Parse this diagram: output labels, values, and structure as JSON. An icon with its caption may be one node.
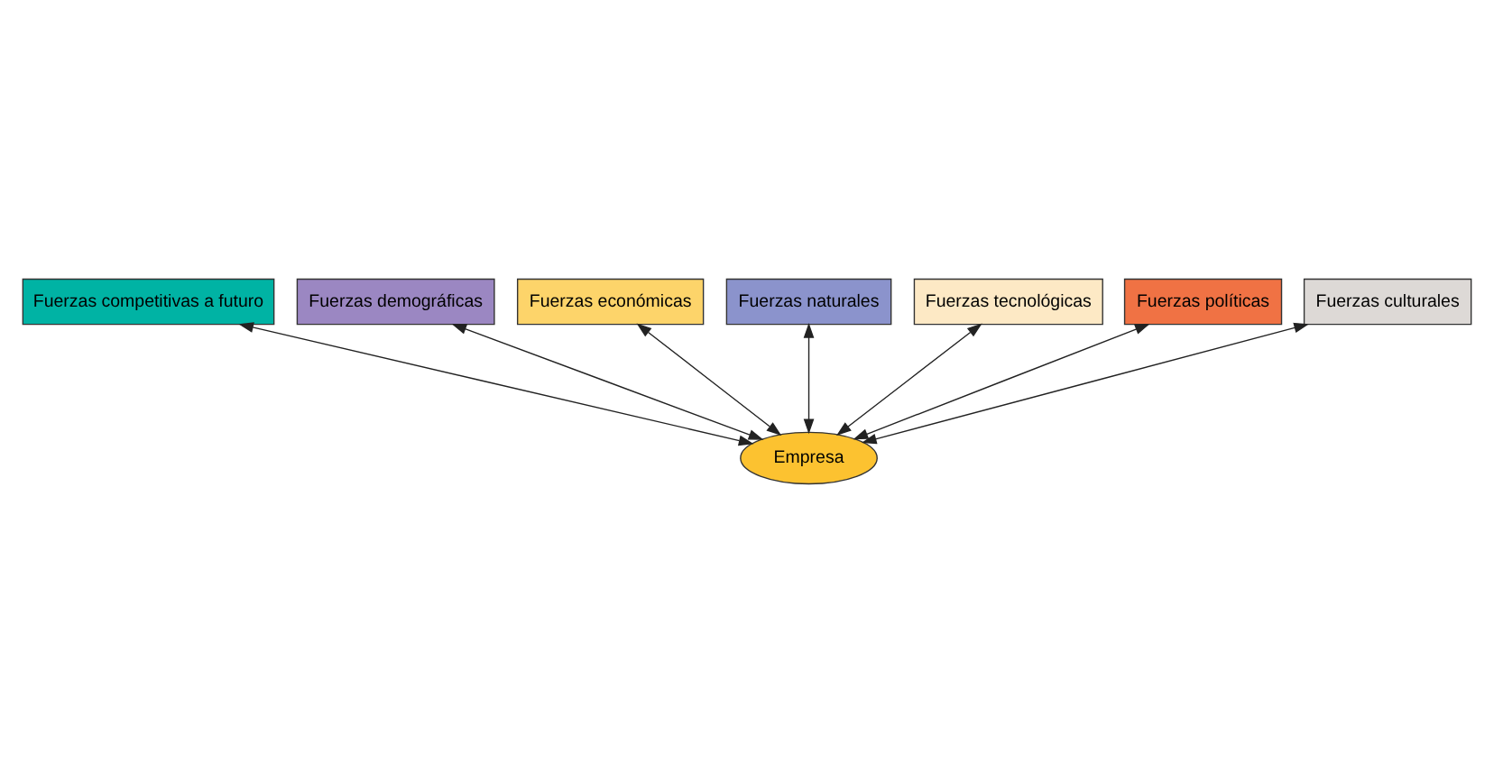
{
  "diagram": {
    "nodes": [
      {
        "text": [
          "Fuerzas competitivas a futuro"
        ]
      },
      {
        "text": [
          "Fuerzas demográficas"
        ]
      },
      {
        "text": [
          "Fuerzas económicas"
        ]
      },
      {
        "text": [
          "Fuerzas naturales"
        ]
      },
      {
        "text": [
          "Fuerzas tecnológicas"
        ]
      },
      {
        "text": [
          "Fuerzas políticas"
        ]
      },
      {
        "text": [
          "Fuerzas culturales"
        ]
      },
      {
        "text": [
          "Empresa"
        ]
      }
    ],
    "edges": [
      {
        "from": 7,
        "to": 0,
        "arrow": "both"
      },
      {
        "from": 7,
        "to": 1,
        "arrow": "both"
      },
      {
        "from": 7,
        "to": 2,
        "arrow": "both"
      },
      {
        "from": 7,
        "to": 3,
        "arrow": "both"
      },
      {
        "from": 7,
        "to": 4,
        "arrow": "both"
      },
      {
        "from": 7,
        "to": 5,
        "arrow": "both"
      },
      {
        "from": 7,
        "to": 6,
        "arrow": "both"
      }
    ]
  }
}
